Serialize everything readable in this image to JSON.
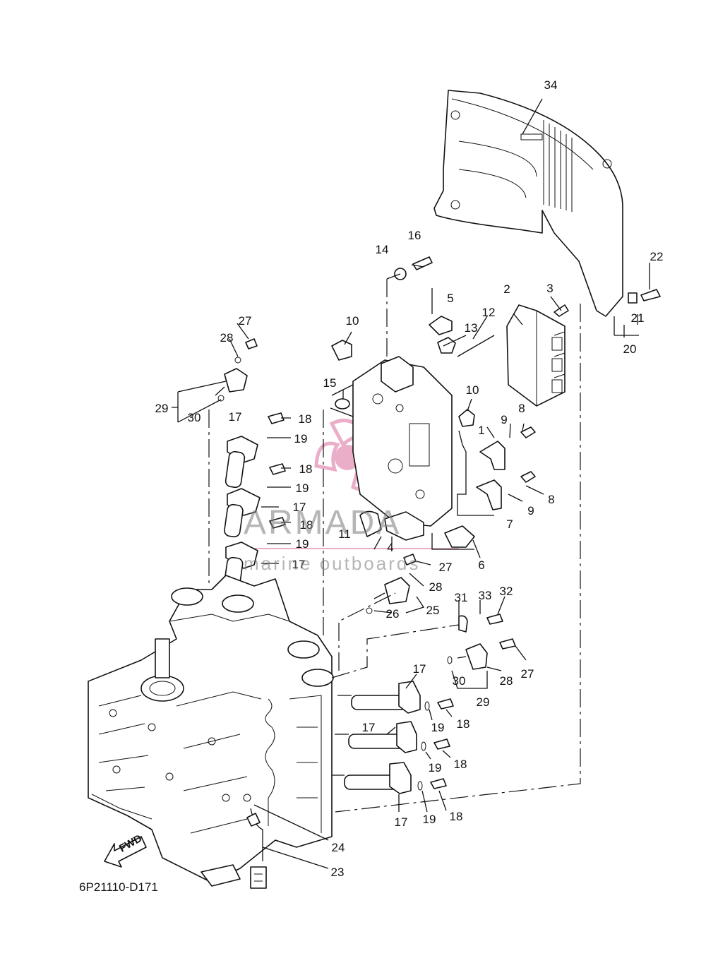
{
  "diagram": {
    "code": "6P21110-D171",
    "direction_label": "FWD",
    "watermark": {
      "brand": "ARMADA",
      "tagline": "marine outboards",
      "logo_color": "#e8a6c4"
    },
    "callouts": [
      "34",
      "22",
      "21",
      "20",
      "16",
      "14",
      "2",
      "3",
      "5",
      "12",
      "13",
      "10",
      "10",
      "27",
      "28",
      "29",
      "30",
      "15",
      "17",
      "18",
      "19",
      "18",
      "19",
      "17",
      "18",
      "19",
      "17",
      "9",
      "8",
      "1",
      "8",
      "9",
      "7",
      "11",
      "4",
      "6",
      "27",
      "28",
      "26",
      "25",
      "31",
      "33",
      "32",
      "27",
      "28",
      "30",
      "29",
      "17",
      "19",
      "18",
      "17",
      "19",
      "18",
      "17",
      "19",
      "18",
      "24",
      "23"
    ]
  }
}
